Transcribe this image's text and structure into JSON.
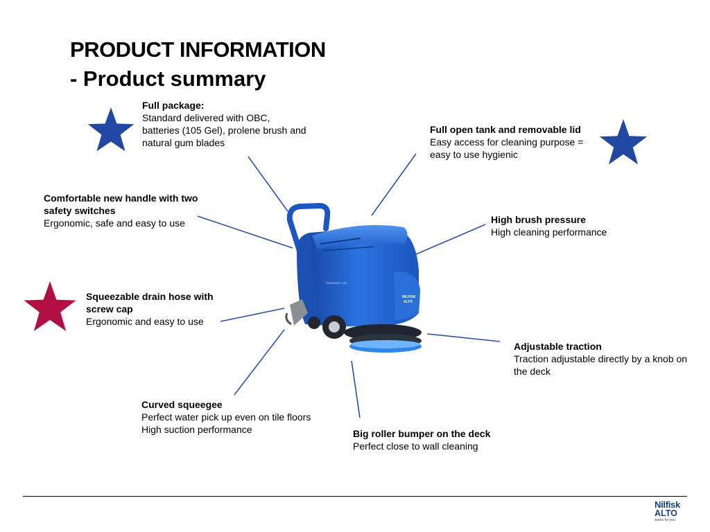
{
  "header": {
    "title": "PRODUCT INFORMATION",
    "subtitle": "- Product summary"
  },
  "callouts": {
    "full_package": {
      "heading": "Full package:",
      "body": "Standard delivered with OBC, batteries (105 Gel), prolene brush and natural gum blades"
    },
    "open_tank": {
      "heading": "Full open tank and removable lid",
      "body": "Easy access for cleaning purpose = easy to use hygienic"
    },
    "handle": {
      "heading": "Comfortable new handle with two safety switches",
      "body": "Ergonomic, safe and easy to use"
    },
    "brush": {
      "heading": "High brush pressure",
      "body": "High cleaning performance"
    },
    "drain": {
      "heading": "Squeezable drain hose with screw cap",
      "body": "Ergonomic and easy to use"
    },
    "traction": {
      "heading": "Adjustable traction",
      "body": "Traction adjustable directly by a knob on the deck"
    },
    "squeegee": {
      "heading": "Curved squeegee",
      "body": "Perfect water pick up even on tile floors",
      "body2": "High suction performance"
    },
    "bumper": {
      "heading": "Big roller bumper on the deck",
      "body": "Perfect close to wall cleaning"
    }
  },
  "product_image": {
    "model_label": "SCRUBTEC 430",
    "brand_label_1": "NILFISK",
    "brand_label_2": "ALTO"
  },
  "footer": {
    "logo_line1": "Nilfisk",
    "logo_line2": "ALTO",
    "logo_tagline": "works for you"
  },
  "colors": {
    "star_blue": "#2148a3",
    "star_red": "#b01043",
    "leader_line": "#2b4ea8",
    "machine_blue": "#1f5fc9",
    "logo_navy": "#1b3f7a"
  },
  "icons": {
    "stars": [
      "blue-star-icon",
      "blue-star-icon",
      "red-star-icon"
    ]
  }
}
